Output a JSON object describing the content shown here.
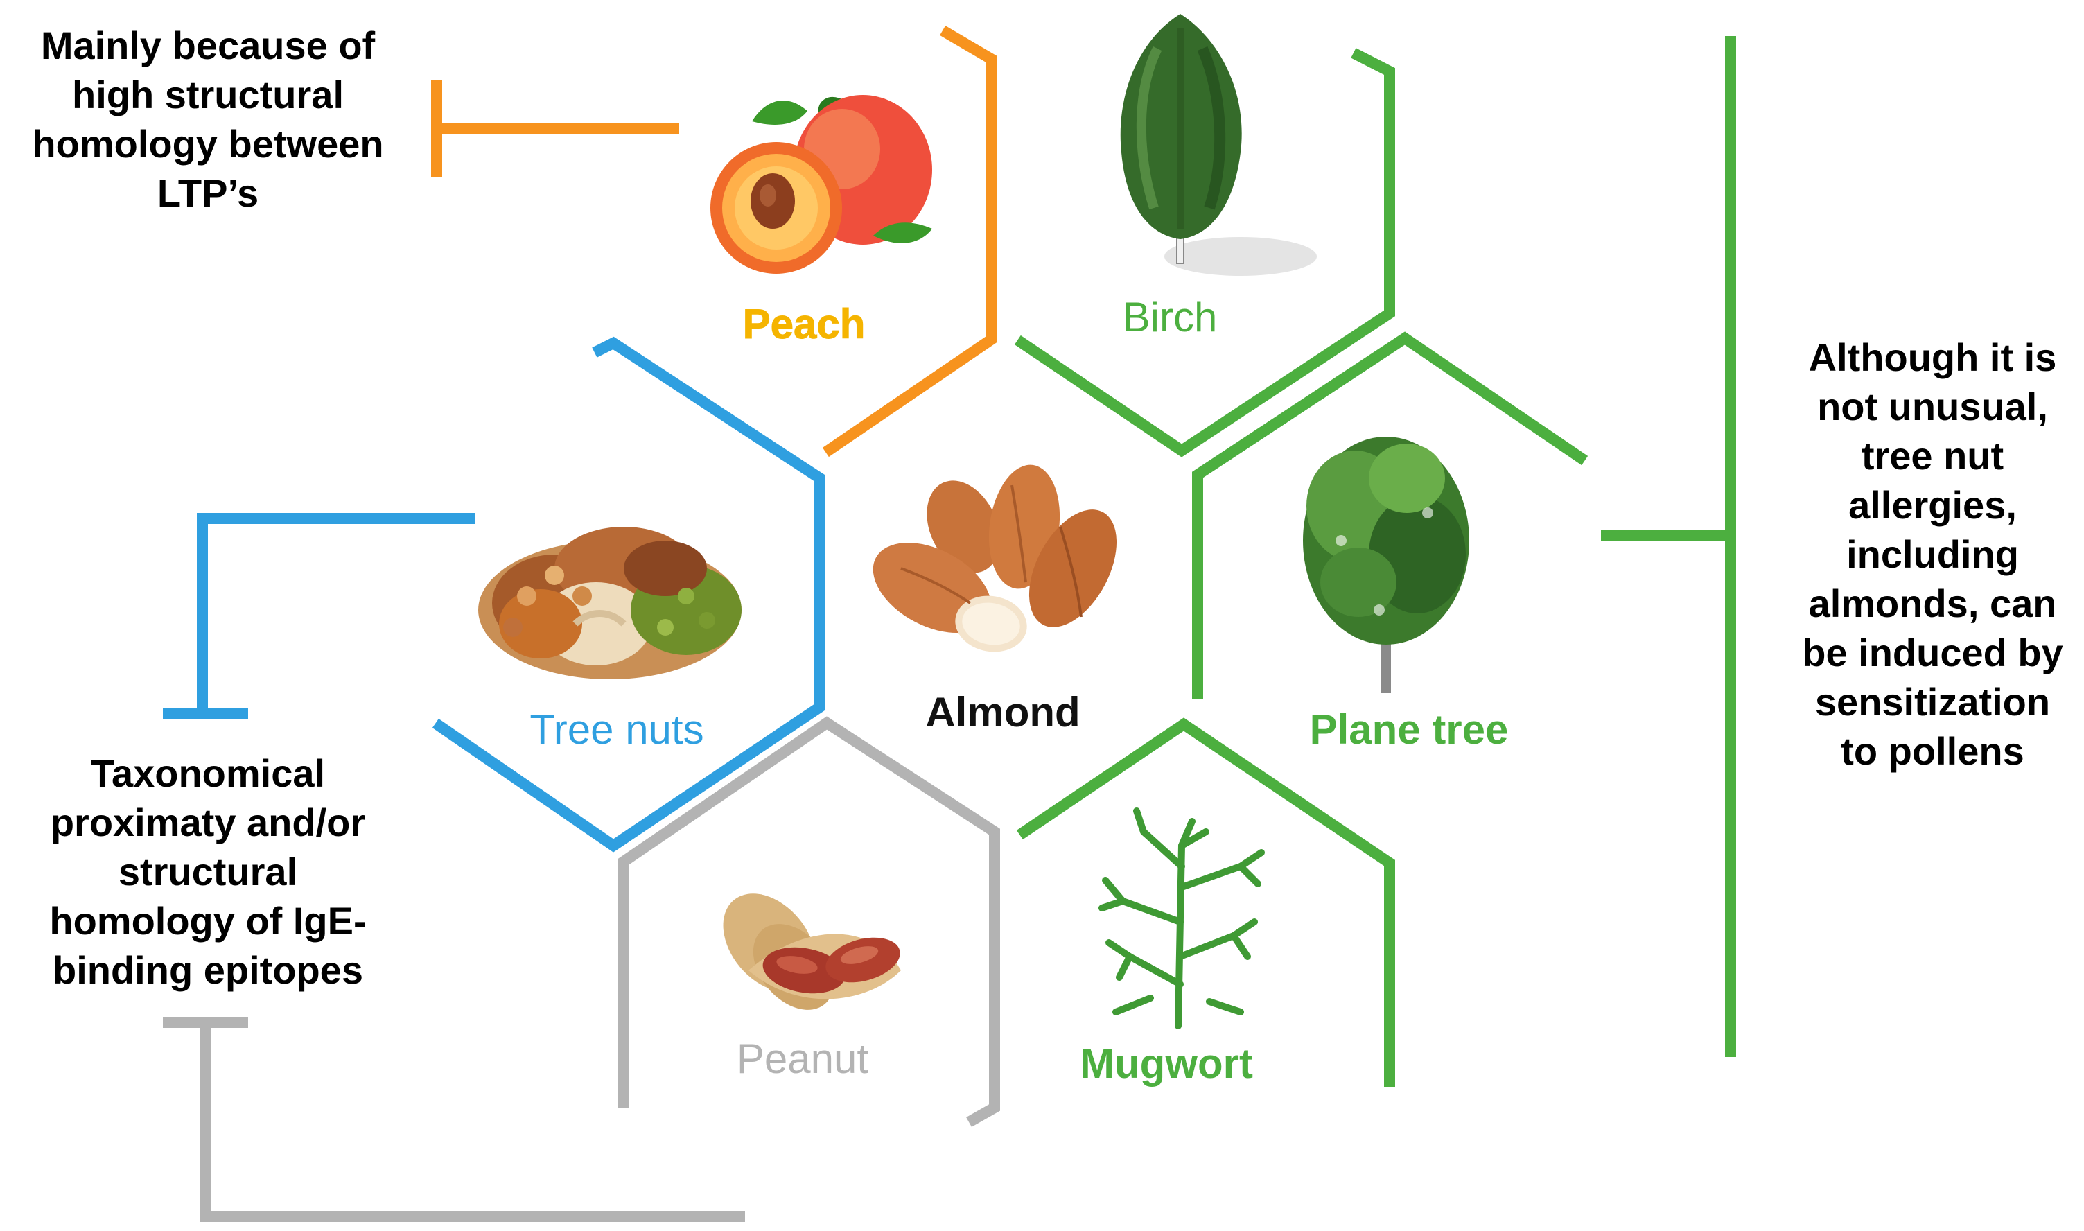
{
  "notes": {
    "ltp": "Mainly because of\nhigh structural\nhomology between\nLTP’s",
    "taxonomy": "Taxonomical\nproximaty and/or\nstructural\nhomology of IgE-\nbinding epitopes",
    "pollen": "Although it is\nnot unusual,\ntree nut\nallergies,\nincluding\nalmonds, can\nbe induced by\nsensitization\nto pollens"
  },
  "items": {
    "peach": "Peach",
    "birch": "Birch",
    "tree_nuts": "Tree nuts",
    "almond": "Almond",
    "plane_tree": "Plane tree",
    "peanut": "Peanut",
    "mugwort": "Mugwort"
  },
  "colors": {
    "orange": "#f7931e",
    "green": "#4caf3f",
    "blue": "#2f9fe0",
    "gray": "#b3b3b3",
    "peach_label": "#f5b400"
  },
  "icons": {
    "peach": "peach-fruit-icon",
    "birch": "birch-tree-icon",
    "tree_nuts": "mixed-nuts-icon",
    "almond": "almonds-icon",
    "plane_tree": "plane-tree-icon",
    "peanut": "peanut-icon",
    "mugwort": "mugwort-plant-icon"
  }
}
